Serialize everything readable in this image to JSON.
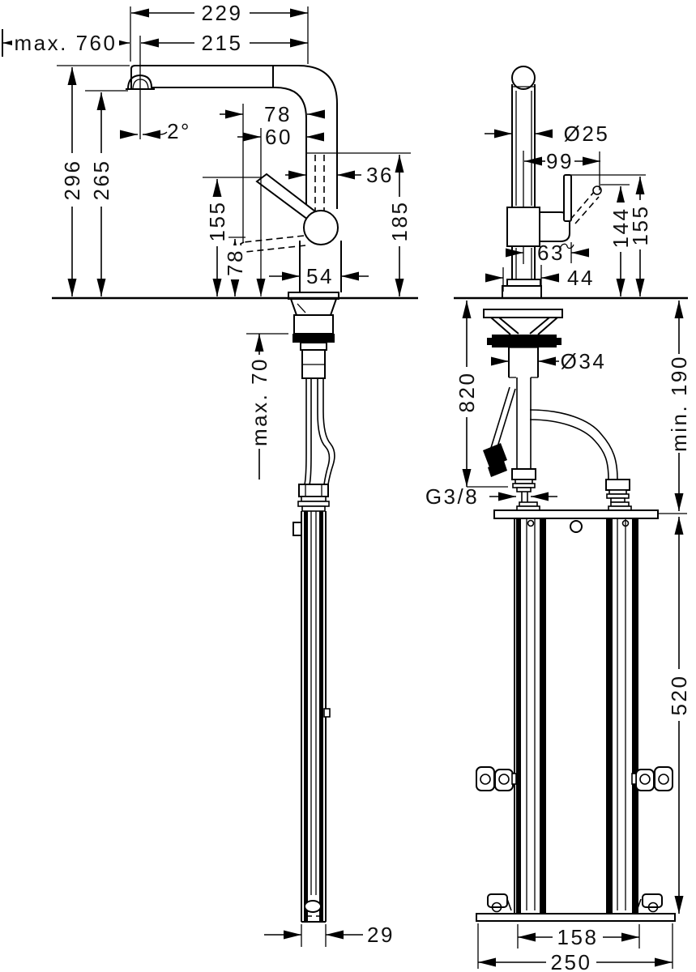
{
  "page": {
    "background": "#ffffff",
    "line_color": "#000000",
    "kind": "faucet installation dimension drawing"
  },
  "front_view": {
    "dims": {
      "reach_total": "229",
      "reach_aerator": "215",
      "hose_pullout": "max. 760",
      "spout_angle": "2°",
      "height_total": "296",
      "height_to_aerator": "265",
      "offset_78": "78",
      "offset_60": "60",
      "spout_tube": "36",
      "height_185": "185",
      "height_155": "155",
      "height_78": "78",
      "base_54": "54",
      "counter_max": "max. 70",
      "rail_width": "29"
    }
  },
  "side_view": {
    "dims": {
      "diameter": "Ø25",
      "handle_reach": "99",
      "handle_144": "144",
      "handle_155": "155",
      "offset_63": "63",
      "base_44": "44",
      "hose_820": "820",
      "shank": "Ø34",
      "clearance": "min. 190",
      "thread": "G3/8",
      "box_height": "520",
      "box_inner": "158",
      "box_width": "250"
    }
  }
}
